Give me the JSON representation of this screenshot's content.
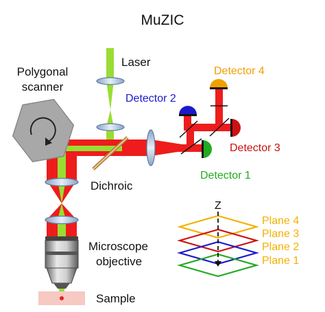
{
  "title": "MuZIC",
  "labels": {
    "laser": "Laser",
    "polygonal_scanner_line1": "Polygonal",
    "polygonal_scanner_line2": "scanner",
    "dichroic": "Dichroic",
    "microscope_line1": "Microscope",
    "microscope_line2": "objective",
    "sample": "Sample",
    "z_axis": "Z"
  },
  "detectors": [
    {
      "label": "Detector 1",
      "color": "#22aa22"
    },
    {
      "label": "Detector 2",
      "color": "#1a1acc"
    },
    {
      "label": "Detector 3",
      "color": "#cc1111"
    },
    {
      "label": "Detector 4",
      "color": "#f0a000"
    }
  ],
  "planes": [
    {
      "label": "Plane 4",
      "color": "#f5b000"
    },
    {
      "label": "Plane 3",
      "color": "#cc1111"
    },
    {
      "label": "Plane 2",
      "color": "#1a1acc"
    },
    {
      "label": "Plane 1",
      "color": "#22aa22"
    }
  ],
  "colors": {
    "beam_red": "#ee1c1c",
    "beam_green": "#99dd33",
    "label_text": "#111111",
    "plane_label": "#f5b000"
  }
}
